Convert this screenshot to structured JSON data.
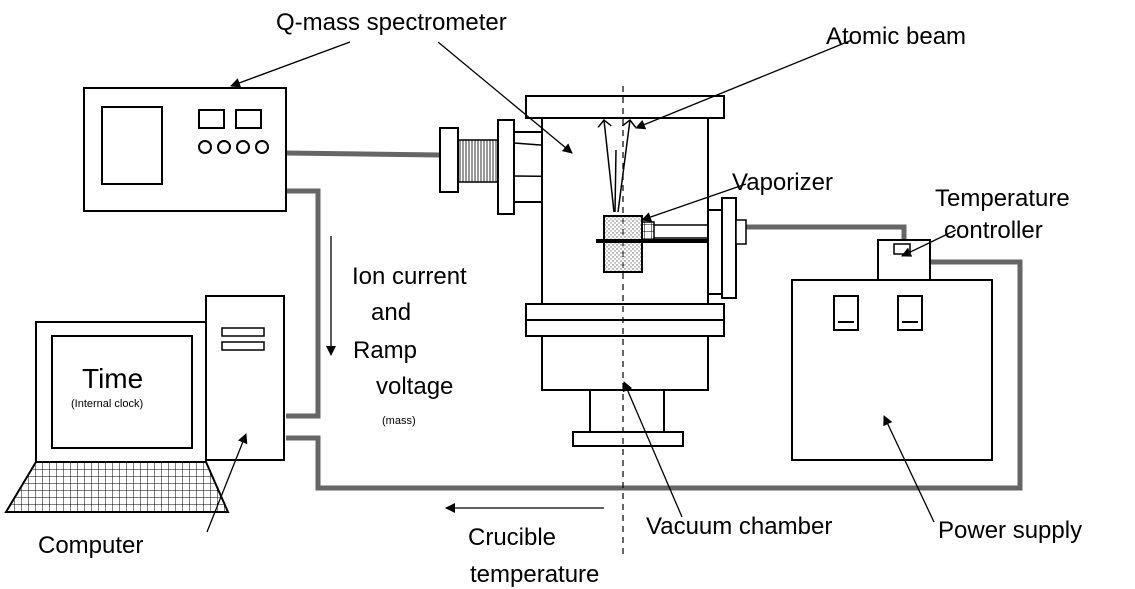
{
  "labels": {
    "q_mass": "Q-mass spectrometer",
    "atomic_beam": "Atomic beam",
    "vaporizer": "Vaporizer",
    "temperature_line1": "Temperature",
    "temperature_line2": "controller",
    "ion_current": "Ion current",
    "and": "and",
    "ramp": "Ramp",
    "voltage": "voltage",
    "mass": "(mass)",
    "time": "Time",
    "internal_clock": "(Internal clock)",
    "computer": "Computer",
    "crucible": "Crucible",
    "temperature_bottom": "temperature",
    "vacuum_chamber": "Vacuum chamber",
    "power_supply": "Power supply"
  },
  "colors": {
    "line": "#000000",
    "cable": "#666666",
    "hatch": "#888888"
  }
}
